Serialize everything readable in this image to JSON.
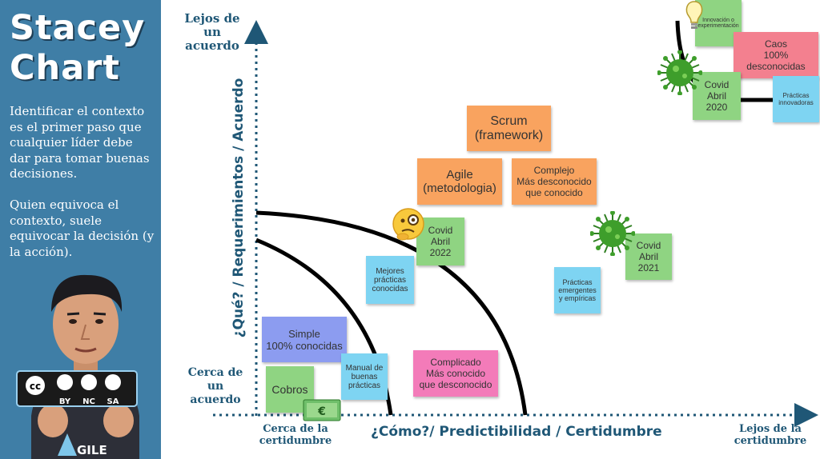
{
  "sidebar": {
    "title": [
      "Stacey",
      "Chart"
    ],
    "paragraph1": "Identificar el contexto es el primer paso que cualquier líder debe dar para tomar buenas decisiones.",
    "paragraph2": "Quien equivoca el contexto, suele equivocar la decisión (y la acción).",
    "license": [
      "BY",
      "NC",
      "SA"
    ],
    "logo_text": "GILE"
  },
  "axes": {
    "y_top": "Lejos de\nun\nacuerdo",
    "y_bottom": "Cerca de\nun\nacuerdo",
    "y_title": "¿Qué? / Requerimientos / Acuerdo",
    "x_left": "Cerca de la\ncertidumbre",
    "x_right": "Lejos de la\ncertidumbre",
    "x_title": "¿Cómo?/ Predictibilidad / Certidumbre"
  },
  "notes": {
    "scrum": "Scrum\n(framework)",
    "agile": "Agile\n(metodologia)",
    "complejo": "Complejo\nMás desconocido\nque conocido",
    "covid2022": "Covid\nAbril\n2022",
    "mejores": "Mejores\nprácticas\nconocidas",
    "simple": "Simple\n100% conocidas",
    "cobros": "Cobros",
    "manual": "Manual de\nbuenas\nprácticas",
    "complicado": "Complicado\nMás conocido\nque desconocido",
    "emergentes": "Prácticas\nemergentes\ny empíricas",
    "covid2021": "Covid\nAbril\n2021",
    "innovacion": "Innovación o\nexperimentación",
    "caos": "Caos\n100%\ndesconocidas",
    "covid2020": "Covid\nAbril\n2020",
    "innovadoras": "Prácticas\ninnovadoras"
  },
  "colors": {
    "sidebar": "#3f7ea6",
    "axis": "#1f5776",
    "orange": "#f9a35f",
    "green": "#8fd482",
    "blue": "#7ed4f2",
    "violet": "#8c9cf0",
    "pink": "#f37bb9",
    "red": "#f3808f",
    "virus": "#3e9e2b"
  },
  "icons": [
    "lightbulb-icon",
    "virus-icon",
    "thinking-face-icon",
    "money-icon",
    "creative-commons-icon"
  ]
}
